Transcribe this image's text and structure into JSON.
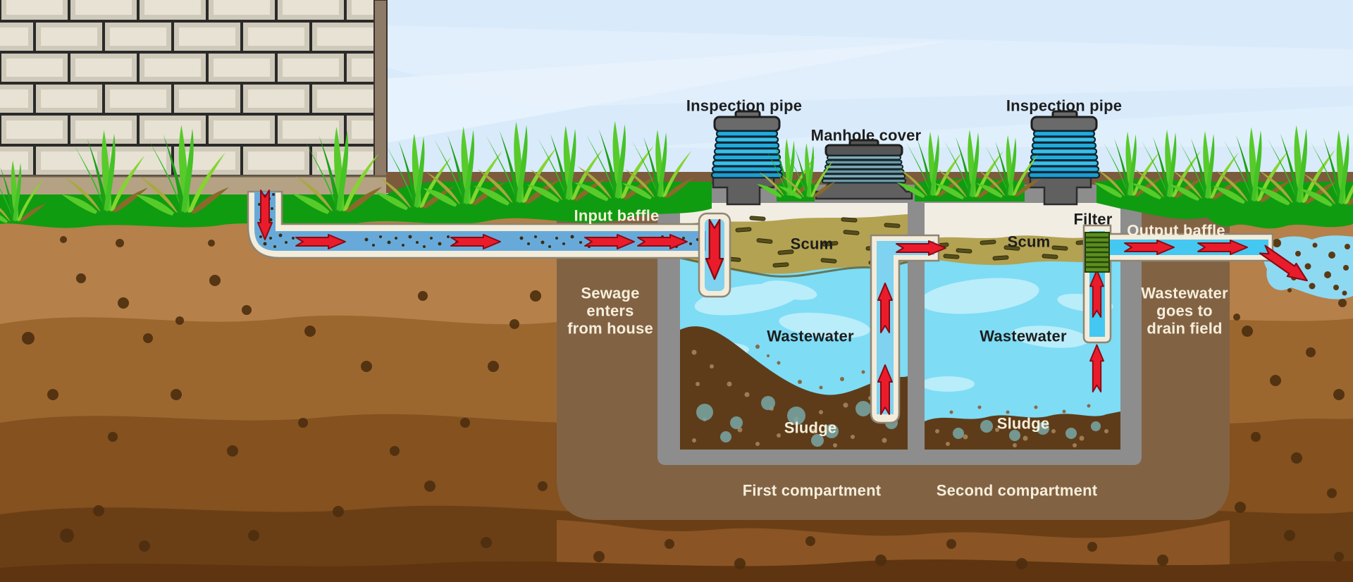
{
  "scene": {
    "type": "septic-tank-cross-section-diagram",
    "labels": {
      "inspection_pipe_left": "Inspection pipe",
      "manhole_cover": "Manhole cover",
      "inspection_pipe_right": "Inspection pipe",
      "input_baffle": "Input baffle",
      "filter": "Filter",
      "output_baffle": "Output baffle",
      "scum_first": "Scum",
      "wastewater_first": "Wastewater",
      "sludge_first": "Sludge",
      "scum_second": "Scum",
      "wastewater_second": "Wastewater",
      "sludge_second": "Sludge",
      "sewage_enters": "Sewage\nenters\nfrom house",
      "wastewater_goes": "Wastewater\ngoes to\ndrain field",
      "first_compartment": "First compartment",
      "second_compartment": "Second compartment"
    },
    "colors": {
      "sky": "#d9eafb",
      "grass": "#109c10",
      "soil": "#b5804a",
      "pit": "#816243",
      "tank_concrete": "#8d8d8d",
      "tank_interior": "#f1ede3",
      "scum": "#b3a251",
      "wastewater": "#7edcf5",
      "sludge": "#5e3c19",
      "pipe_casing": "#f3ecda",
      "pipe_water": "#44c8f2",
      "sewage_water": "#67aada",
      "flow_arrow": "#ea1c2c",
      "filter": "#5c8f1f",
      "inspection_pipe": "#22aadd",
      "brick": "#ddd7c7"
    }
  }
}
